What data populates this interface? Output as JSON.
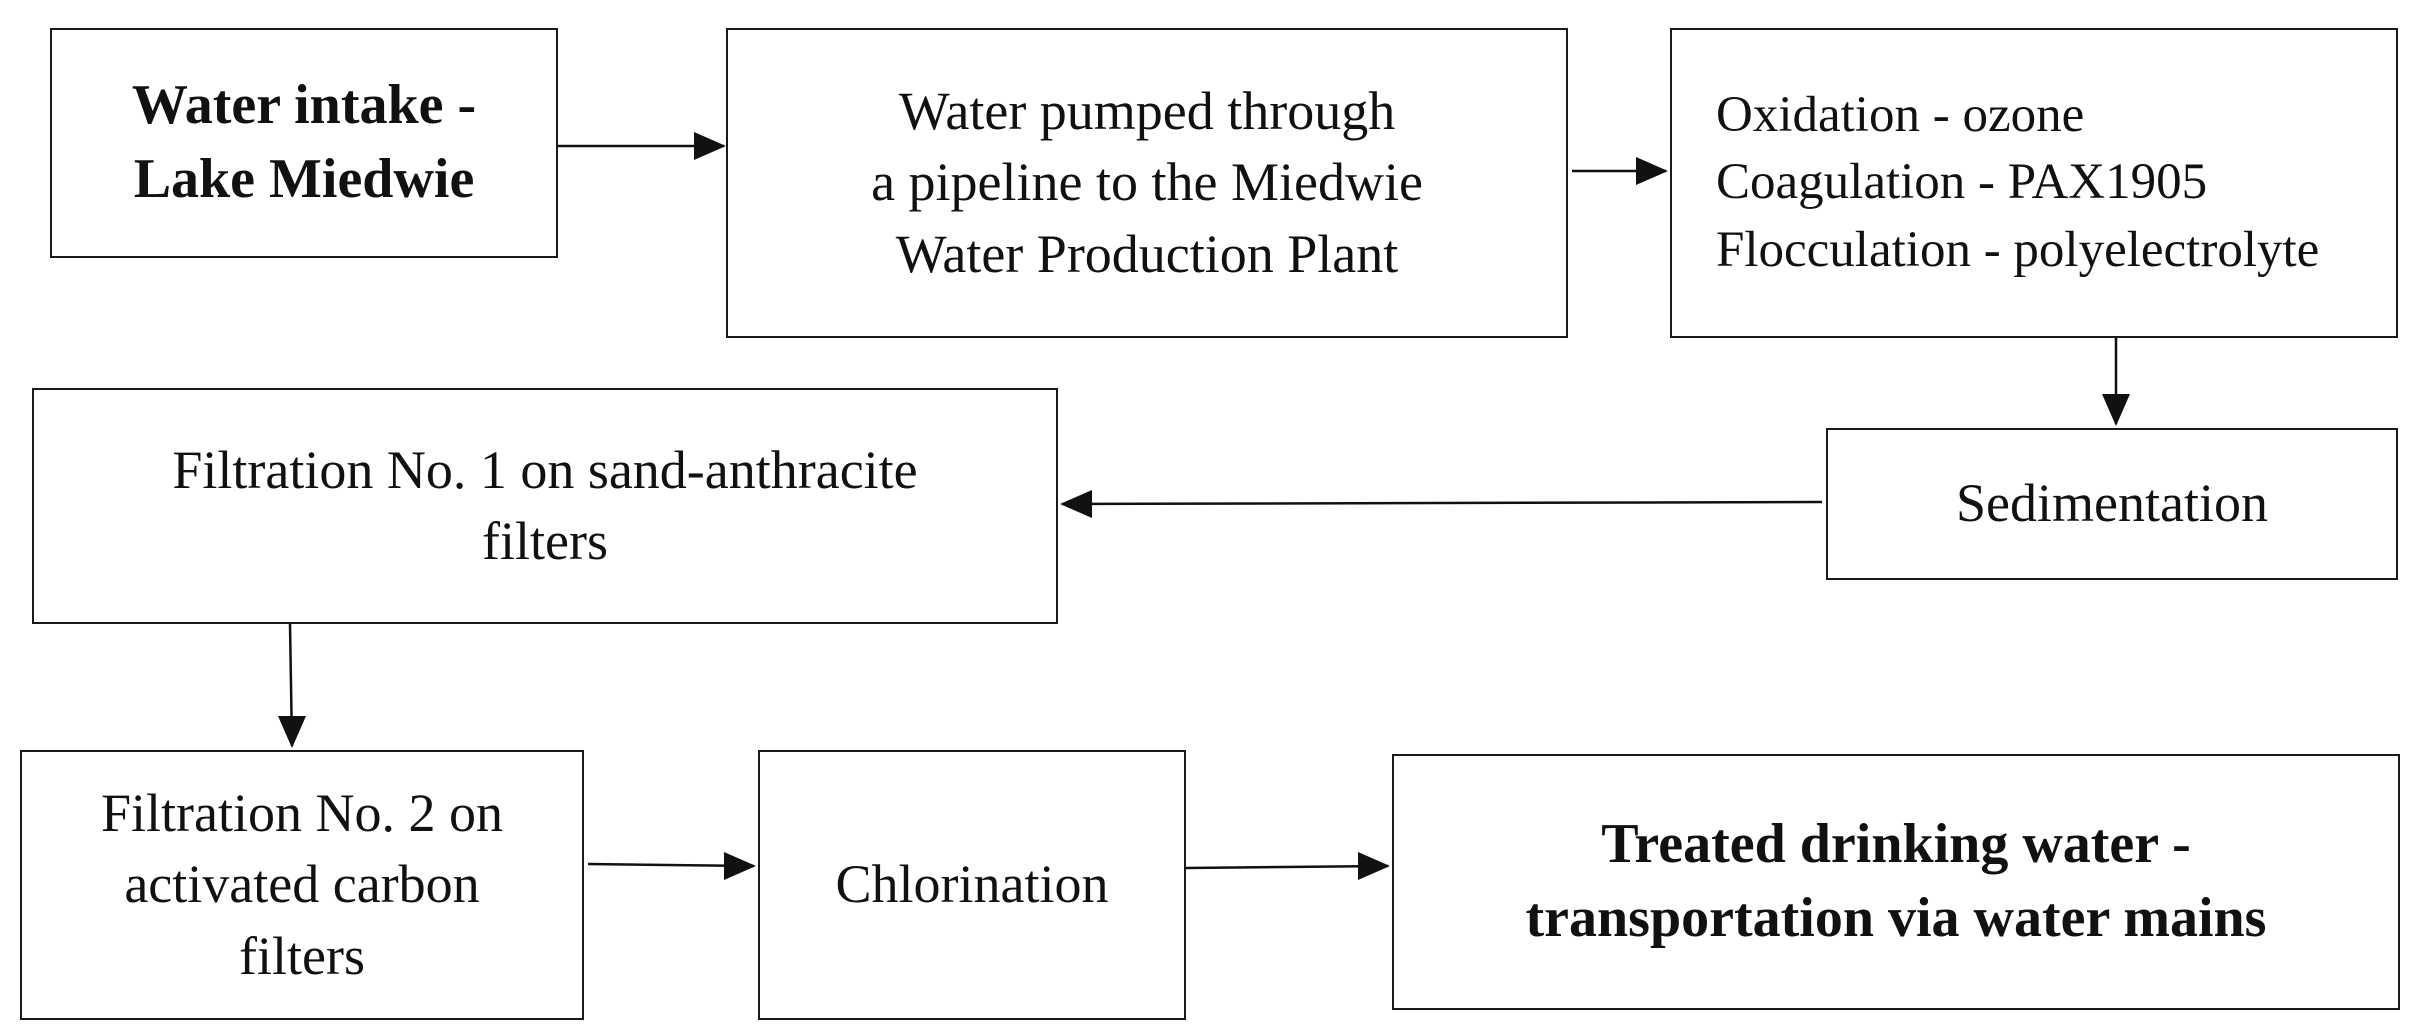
{
  "diagram": {
    "nodes": {
      "intake": {
        "lines": [
          "Water intake -",
          "Lake Miedwie"
        ]
      },
      "pumped": {
        "lines": [
          "Water pumped through",
          "a pipeline to the Miedwie",
          "Water Production Plant"
        ]
      },
      "treatment": {
        "lines": [
          "Oxidation - ozone",
          "Coagulation - PAX1905",
          "Flocculation - polyelectrolyte"
        ]
      },
      "sedimentation": {
        "lines": [
          "Sedimentation"
        ]
      },
      "filtration1": {
        "lines": [
          "Filtration No. 1 on sand-anthracite",
          "filters"
        ]
      },
      "filtration2": {
        "lines": [
          "Filtration No. 2 on",
          "activated carbon",
          "filters"
        ]
      },
      "chlorination": {
        "lines": [
          "Chlorination"
        ]
      },
      "treated": {
        "lines": [
          "Treated drinking water -",
          "transportation via water mains"
        ]
      }
    },
    "edges": [
      {
        "from": "intake",
        "to": "pumped"
      },
      {
        "from": "pumped",
        "to": "treatment"
      },
      {
        "from": "treatment",
        "to": "sedimentation"
      },
      {
        "from": "sedimentation",
        "to": "filtration1"
      },
      {
        "from": "filtration1",
        "to": "filtration2"
      },
      {
        "from": "filtration2",
        "to": "chlorination"
      },
      {
        "from": "chlorination",
        "to": "treated"
      }
    ]
  }
}
